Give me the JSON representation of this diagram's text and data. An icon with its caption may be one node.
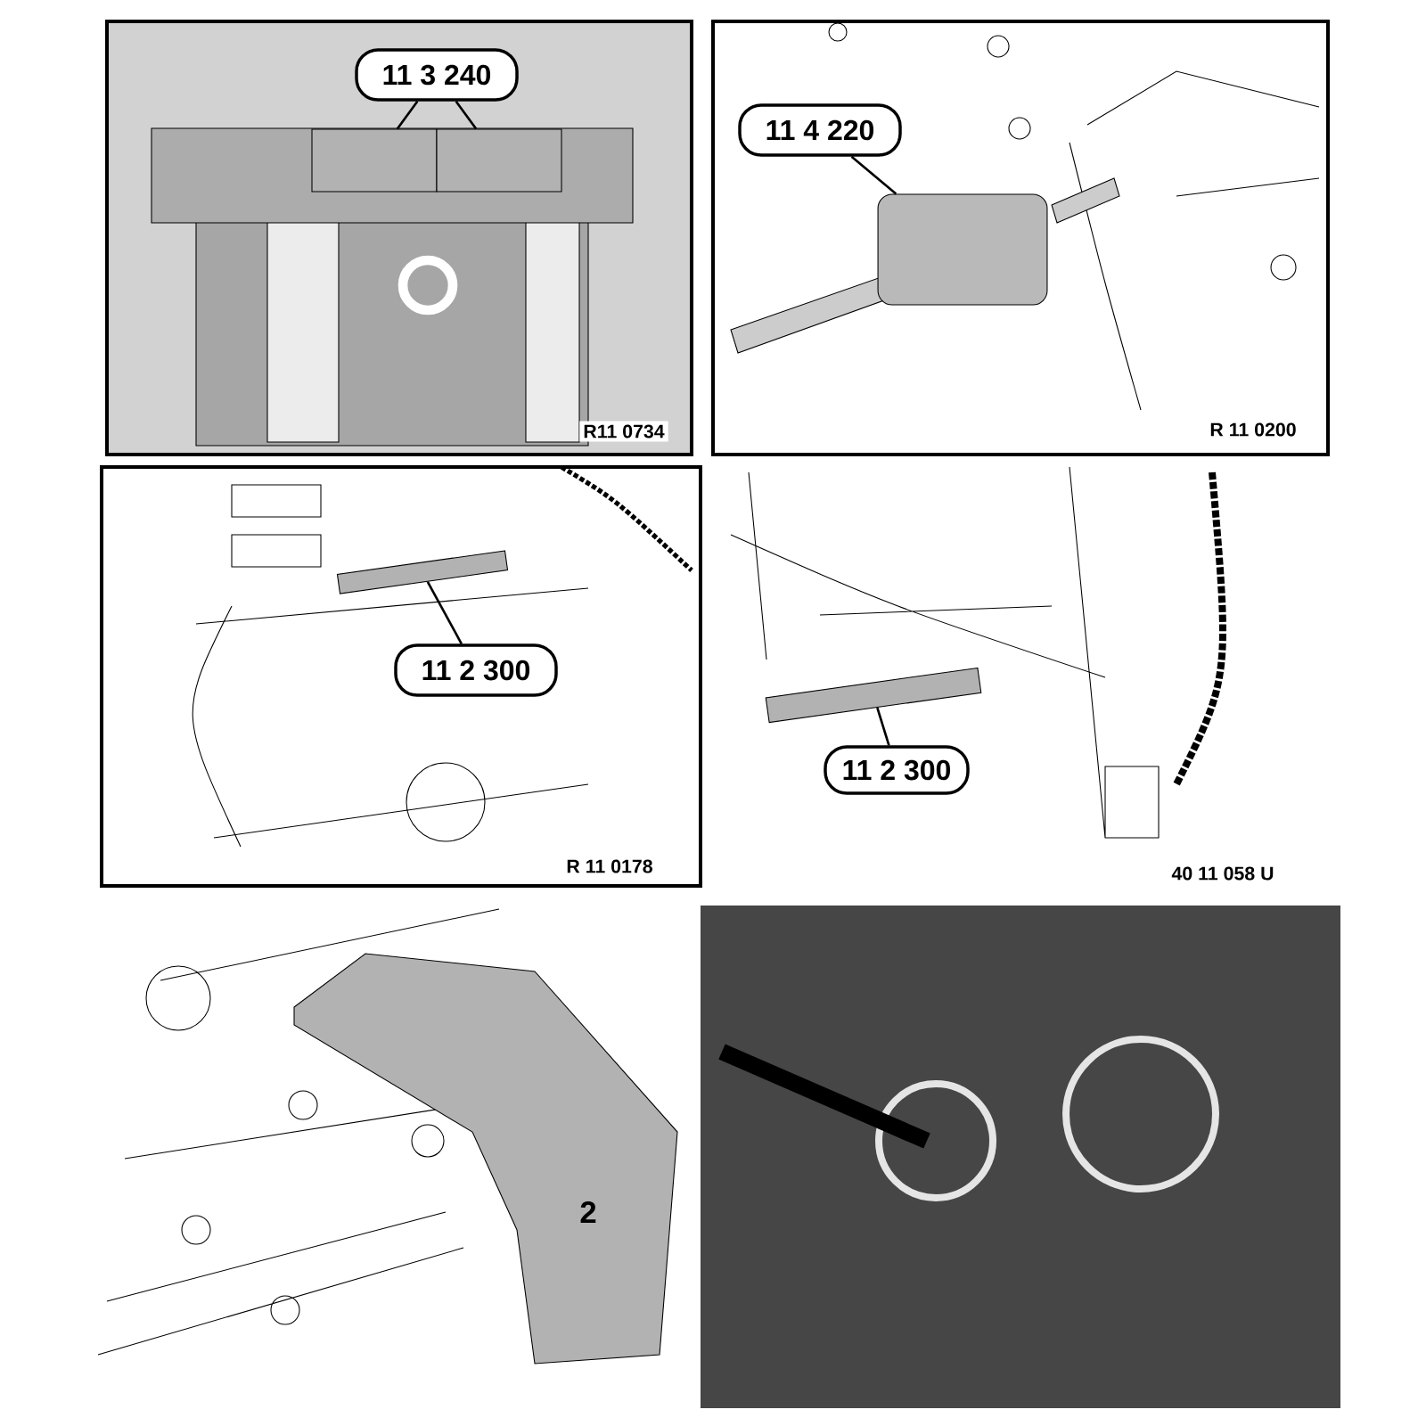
{
  "diagram": {
    "nodes": [
      {
        "text": [
          "11 3 240"
        ]
      },
      {
        "text": [],
        "shape": "bar"
      },
      {
        "text": [],
        "shape": "bar"
      },
      {
        "text": [
          "11 4 220"
        ]
      },
      {
        "text": [],
        "shape": "cylinder"
      },
      {
        "text": [
          "11 2 300"
        ]
      },
      {
        "text": [],
        "shape": "bar"
      },
      {
        "text": [
          "11 2 300"
        ]
      },
      {
        "text": [],
        "shape": "bar"
      }
    ],
    "edges": [
      {
        "from": 0,
        "to": 1,
        "arrow": "none"
      },
      {
        "from": 0,
        "to": 2,
        "arrow": "none"
      },
      {
        "from": 3,
        "to": 4,
        "arrow": "none"
      },
      {
        "from": 5,
        "to": 6,
        "arrow": "none"
      },
      {
        "from": 7,
        "to": 8,
        "arrow": "none"
      }
    ],
    "labels": [
      "R11 0734",
      "R 11 0200",
      "R 11 0178",
      "40 11 058 U",
      "2"
    ]
  }
}
